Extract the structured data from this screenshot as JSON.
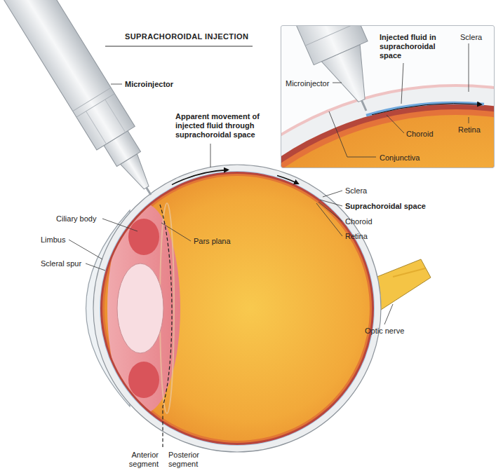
{
  "diagram": {
    "title": "SUPRACHOROIDAL INJECTION",
    "nodes": [
      {
        "text": [
          "Microinjector",
          "Injected fluid in suprachoroidal space",
          "Sclera",
          "Choroid",
          "Retina",
          "Conjunctiva"
        ]
      }
    ],
    "labels": [
      "Microinjector",
      "Apparent movement of injected fluid through suprachoroidal space",
      "Ciliary body",
      "Limbus",
      "Scleral spur",
      "Pars plana",
      "Sclera",
      "Suprachoroidal space",
      "Choroid",
      "Retina",
      "Optic nerve",
      "Anterior segment",
      "Posterior segment"
    ]
  }
}
